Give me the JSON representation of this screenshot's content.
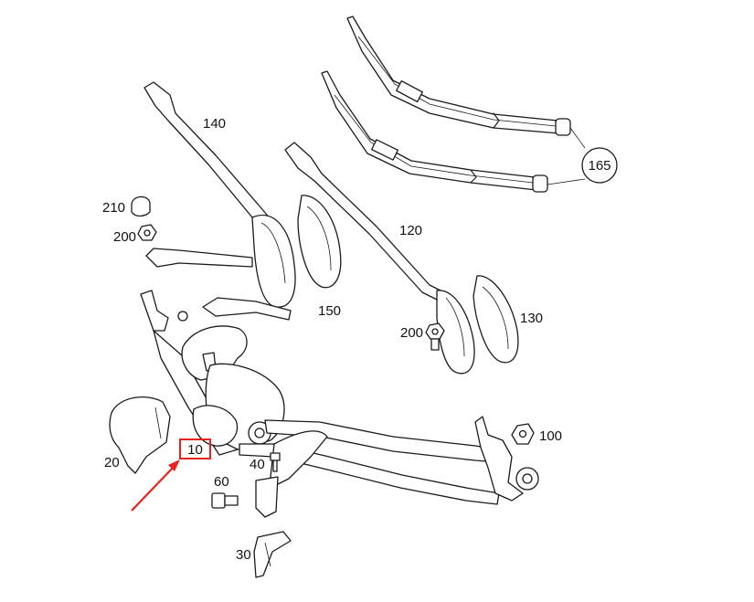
{
  "labels": {
    "p10": "10",
    "p20": "20",
    "p30": "30",
    "p40": "40",
    "p60": "60",
    "p100": "100",
    "p120": "120",
    "p130": "130",
    "p140": "140",
    "p150": "150",
    "p165": "165",
    "p200a": "200",
    "p200b": "200",
    "p210": "210"
  },
  "colors": {
    "highlight": "#e8211d",
    "line": "#1a1a1a"
  }
}
